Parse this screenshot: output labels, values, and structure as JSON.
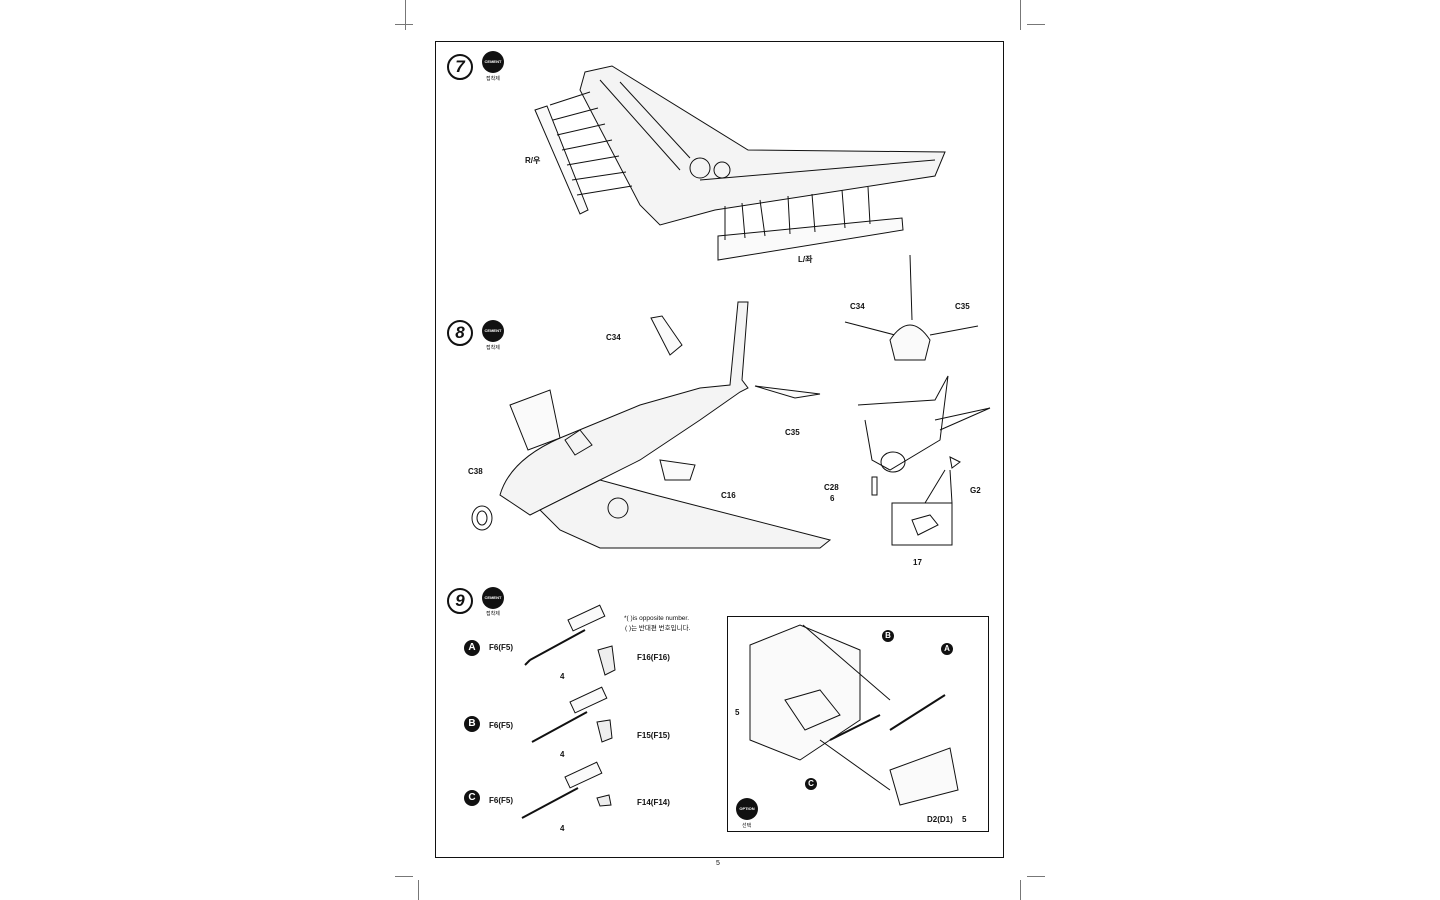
{
  "page_number": "5",
  "steps": [
    {
      "number": "7",
      "badge": "CEMENT",
      "badge_sub": "접착제"
    },
    {
      "number": "8",
      "badge": "CEMENT",
      "badge_sub": "접착제"
    },
    {
      "number": "9",
      "badge": "CEMENT",
      "badge_sub": "접착제"
    }
  ],
  "step7": {
    "label_right": "R/우",
    "label_left": "L/좌"
  },
  "step8": {
    "labels": {
      "c34": "C34",
      "c35": "C35",
      "c38": "C38",
      "c16": "C16",
      "c28": "C28",
      "g2": "G2",
      "c34_inset": "C34",
      "c35_inset": "C35"
    },
    "c28_marker": "6",
    "g2_marker": "17"
  },
  "step9": {
    "note_line1": "*(  )is opposite number.",
    "note_line2": "(  )는 반대편 번호입니다.",
    "guns": [
      {
        "letter": "A",
        "part": "F6(F5)",
        "ammo": "F16(F16)",
        "marker": "4"
      },
      {
        "letter": "B",
        "part": "F6(F5)",
        "ammo": "F15(F15)",
        "marker": "4"
      },
      {
        "letter": "C",
        "part": "F6(F5)",
        "ammo": "F14(F14)",
        "marker": "4"
      }
    ],
    "inset": {
      "marker_5": "5",
      "letter_a": "A",
      "letter_b": "B",
      "letter_c": "C",
      "panel_part": "D2(D1)",
      "panel_marker": "5",
      "option_badge": "OPTION",
      "option_sub": "선택"
    }
  }
}
